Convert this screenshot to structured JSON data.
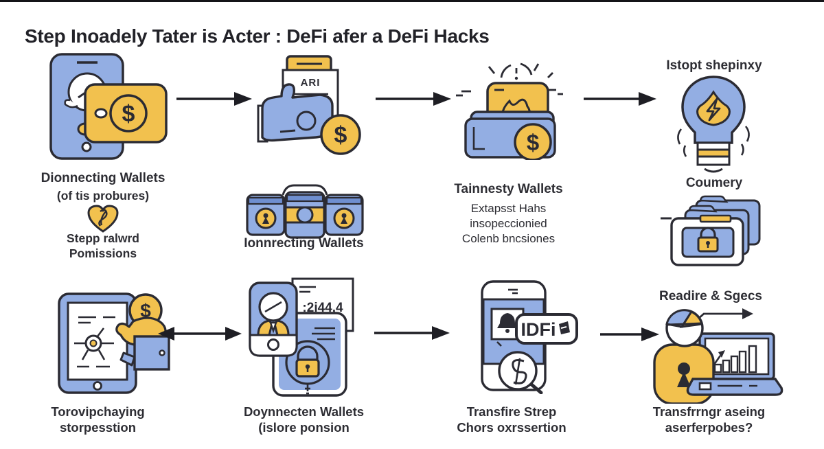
{
  "title": "Step Inoadely Tater is Acter : DeFi afer a DeFi Hacks",
  "glyphs": {
    "dollar": "$"
  },
  "colors": {
    "blue": "#93aee3",
    "blue_dark": "#6f8fd0",
    "yellow": "#f2c14e",
    "outline": "#2b2b33",
    "text": "#2d2d33"
  },
  "steps": {
    "disconnect": {
      "title": "Dionnecting Wallets",
      "subtitle": "(of tis probures)",
      "line1": "Stepp ralwrd",
      "line2": "Pomissions"
    },
    "contact": {
      "doc_label": "ARI",
      "title": "Ionnrecting Wallets"
    },
    "amnesty": {
      "title": "Tainnesty Wallets",
      "line1": "Extapsst Hahs",
      "line2": "insopeccionied",
      "line3": "Colenb bncsiones"
    },
    "stop": {
      "top_title": "Istopt shepinxy",
      "title": "Coumery"
    },
    "revoke": {
      "title1": "Torovipchaying",
      "title2": "storpesstion"
    },
    "secure": {
      "card_label": ":2i44,4",
      "title1": "Doynnecten Wallets",
      "title2": "(islore ponsion"
    },
    "transfer": {
      "badge_label": "IDFi",
      "title1": "Transfire Strep",
      "title2": "Chors oxrssertion"
    },
    "report": {
      "top_title": "Readire & Sgecs",
      "title1": "Transfrrngr aseing",
      "title2": "aserferpobes?"
    }
  }
}
